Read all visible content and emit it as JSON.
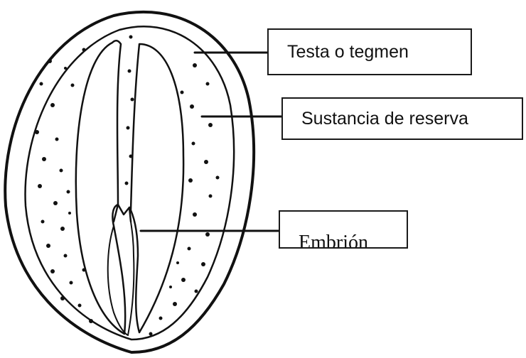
{
  "labels": {
    "testa": "Testa o tegmen",
    "sustancia": "Sustancia de reserva",
    "embrion": "Embrión"
  },
  "colors": {
    "ink": "#111111",
    "background": "#ffffff"
  }
}
